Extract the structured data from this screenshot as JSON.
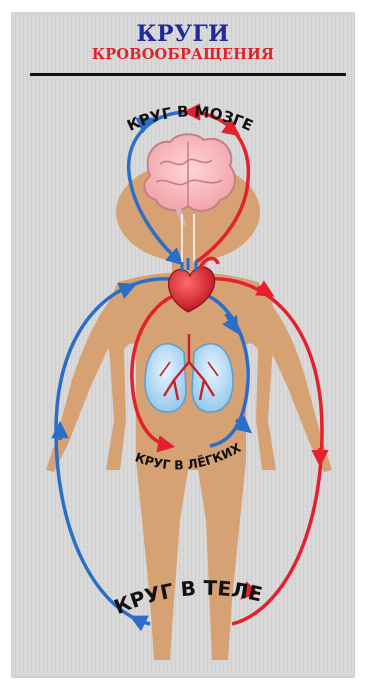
{
  "header": {
    "title_line1": "КРУГИ",
    "title_line2": "КРОВООБРАЩЕНИЯ"
  },
  "loops": {
    "brain_label": "КРУГ В МОЗГЕ",
    "lungs_label": "КРУГ В ЛЁГКИХ",
    "body_label": "КРУГ В ТЕЛЕ"
  },
  "colors": {
    "venous_blue": "#2a6ec8",
    "arterial_red": "#e3202c",
    "skin": "#d6a173",
    "title_blue": "#1f2a9c",
    "title_red": "#e0202a",
    "background": "#d8d8d8"
  },
  "icons": [
    "brain-icon",
    "heart-icon",
    "lungs-icon",
    "human-body-silhouette"
  ]
}
